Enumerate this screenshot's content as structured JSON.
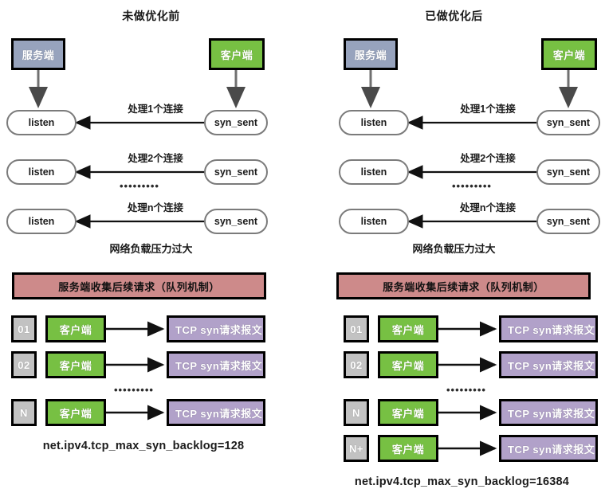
{
  "colors": {
    "server_box": "#97a3bd",
    "client_box": "#77c043",
    "tcp_box": "#b1a1c9",
    "index_box": "#c2c2c2",
    "banner": "#cd8a8a",
    "oval_border": "#7b7b7b",
    "arrow": "#4a4a4a",
    "text": "#1b1b1b",
    "background": "#ffffff"
  },
  "panels": [
    {
      "id": "before",
      "title": "未做优化前",
      "server_label": "服务端",
      "client_label": "客户端",
      "flows": [
        {
          "listen": "listen",
          "label": "处理1个连接",
          "syn": "syn_sent"
        },
        {
          "listen": "listen",
          "label": "处理2个连接",
          "syn": "syn_sent"
        },
        {
          "listen": "listen",
          "label": "处理n个连接",
          "syn": "syn_sent"
        }
      ],
      "flow_ellipsis": "•••••••••",
      "caption": "网络负载压力过大",
      "banner": "服务端收集后续请求（队列机制）",
      "queue_rows": [
        {
          "index": "01",
          "client": "客户端",
          "packet": "TCP syn请求报文"
        },
        {
          "index": "02",
          "client": "客户端",
          "packet": "TCP syn请求报文"
        },
        {
          "index": "N",
          "client": "客户端",
          "packet": "TCP syn请求报文"
        }
      ],
      "queue_ellipsis": "•••••••••",
      "sysctl": "net.ipv4.tcp_max_syn_backlog=128"
    },
    {
      "id": "after",
      "title": "已做优化后",
      "server_label": "服务端",
      "client_label": "客户端",
      "flows": [
        {
          "listen": "listen",
          "label": "处理1个连接",
          "syn": "syn_sent"
        },
        {
          "listen": "listen",
          "label": "处理2个连接",
          "syn": "syn_sent"
        },
        {
          "listen": "listen",
          "label": "处理n个连接",
          "syn": "syn_sent"
        }
      ],
      "flow_ellipsis": "•••••••••",
      "caption": "网络负载压力过大",
      "banner": "服务端收集后续请求（队列机制）",
      "queue_rows": [
        {
          "index": "01",
          "client": "客户端",
          "packet": "TCP syn请求报文"
        },
        {
          "index": "02",
          "client": "客户端",
          "packet": "TCP syn请求报文"
        },
        {
          "index": "N",
          "client": "客户端",
          "packet": "TCP syn请求报文"
        },
        {
          "index": "N+",
          "client": "客户端",
          "packet": "TCP syn请求报文"
        }
      ],
      "queue_ellipsis": "•••••••••",
      "sysctl": "net.ipv4.tcp_max_syn_backlog=16384"
    }
  ]
}
